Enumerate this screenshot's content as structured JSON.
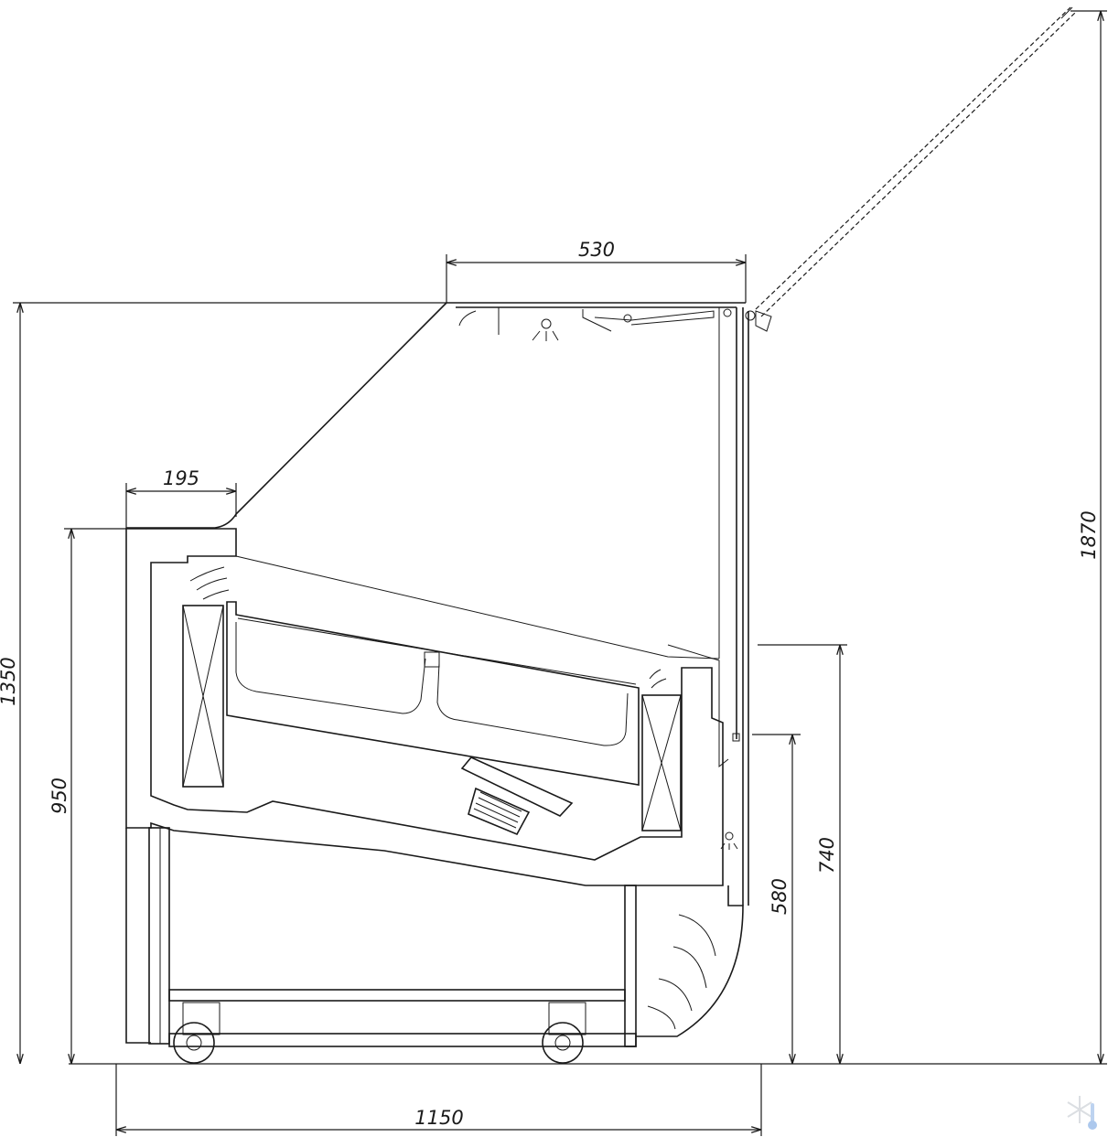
{
  "drawing": {
    "title": "Refrigerated display counter side section",
    "units": "mm",
    "dimensions": {
      "canopy_depth": "530",
      "counter_shelf_depth": "195",
      "total_height": "1350",
      "counter_height": "950",
      "height_lid_open": "1870",
      "service_side_height": "740",
      "service_shelf_height": "580",
      "total_depth": "1150"
    },
    "logo": "snowflake-thermometer-logo"
  }
}
